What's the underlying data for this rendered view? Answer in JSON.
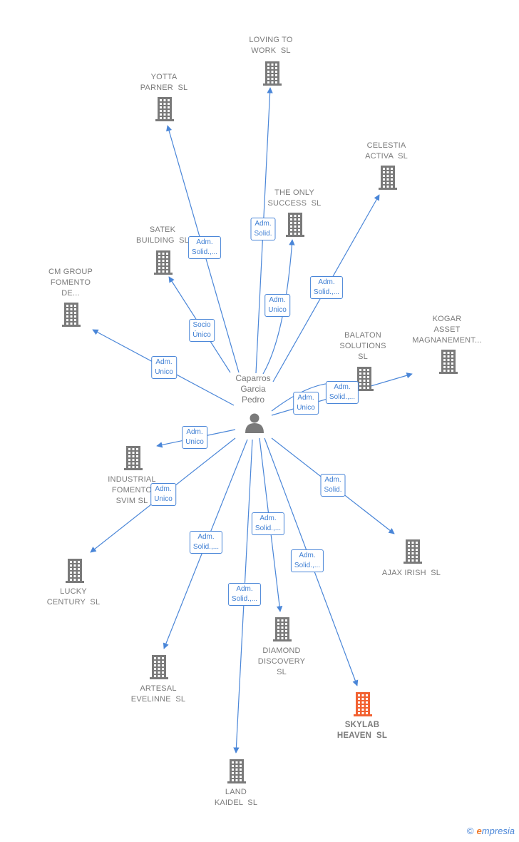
{
  "center": {
    "name": "Caparros\nGarcia\nPedro",
    "icon": "person-icon"
  },
  "colors": {
    "edge": "#4a86d8",
    "building": "#7a7a7a",
    "highlight": "#f26232"
  },
  "companies": [
    {
      "id": "loving",
      "label": "LOVING TO\nWORK  SL",
      "highlight": false
    },
    {
      "id": "yotta",
      "label": "YOTTA\nPARNER  SL",
      "highlight": false
    },
    {
      "id": "celestia",
      "label": "CELESTIA\nACTIVA  SL",
      "highlight": false
    },
    {
      "id": "onlysuccess",
      "label": "THE ONLY\nSUCCESS  SL",
      "highlight": false
    },
    {
      "id": "satek",
      "label": "SATEK\nBUILDING  SL",
      "highlight": false
    },
    {
      "id": "cmgroup",
      "label": "CM GROUP\nFOMENTO\nDE...",
      "highlight": false
    },
    {
      "id": "kogar",
      "label": "KOGAR\nASSET\nMAGNANEMENT...",
      "highlight": false
    },
    {
      "id": "balaton",
      "label": "BALATON\nSOLUTIONS\nSL",
      "highlight": false
    },
    {
      "id": "industrial",
      "label": "INDUSTRIAL\nFOMENTO\nSVIM SL",
      "highlight": false
    },
    {
      "id": "ajax",
      "label": "AJAX IRISH  SL",
      "highlight": false
    },
    {
      "id": "lucky",
      "label": "LUCKY\nCENTURY  SL",
      "highlight": false
    },
    {
      "id": "diamond",
      "label": "DIAMOND\nDISCOVERY\nSL",
      "highlight": false
    },
    {
      "id": "artesal",
      "label": "ARTESAL\nEVELINNE  SL",
      "highlight": false
    },
    {
      "id": "skylab",
      "label": "SKYLAB\nHEAVEN  SL",
      "highlight": true
    },
    {
      "id": "land",
      "label": "LAND\nKAIDEL  SL",
      "highlight": false
    }
  ],
  "relations": [
    {
      "target": "loving",
      "role": "Adm.\nSolid."
    },
    {
      "target": "yotta",
      "role": "Adm.\nSolid.,..."
    },
    {
      "target": "celestia",
      "role": "Adm.\nSolid.,..."
    },
    {
      "target": "onlysuccess",
      "role": "Adm.\nUnico"
    },
    {
      "target": "satek",
      "role": "Socio\nÚnico"
    },
    {
      "target": "cmgroup",
      "role": "Adm.\nUnico"
    },
    {
      "target": "kogar",
      "role": "Adm.\nSolid.,..."
    },
    {
      "target": "balaton",
      "role": "Adm.\nUnico"
    },
    {
      "target": "industrial",
      "role": "Adm.\nUnico"
    },
    {
      "target": "lucky",
      "role": "Adm.\nUnico"
    },
    {
      "target": "ajax",
      "role": "Adm.\nSolid."
    },
    {
      "target": "diamond",
      "role": "Adm.\nSolid.,..."
    },
    {
      "target": "artesal",
      "role": "Adm.\nSolid.,..."
    },
    {
      "target": "skylab",
      "role": "Adm.\nSolid.,..."
    },
    {
      "target": "land",
      "role": "Adm.\nSolid.,..."
    }
  ],
  "brand": {
    "copyright": "©",
    "first_letter": "e",
    "rest": "mpresia"
  }
}
